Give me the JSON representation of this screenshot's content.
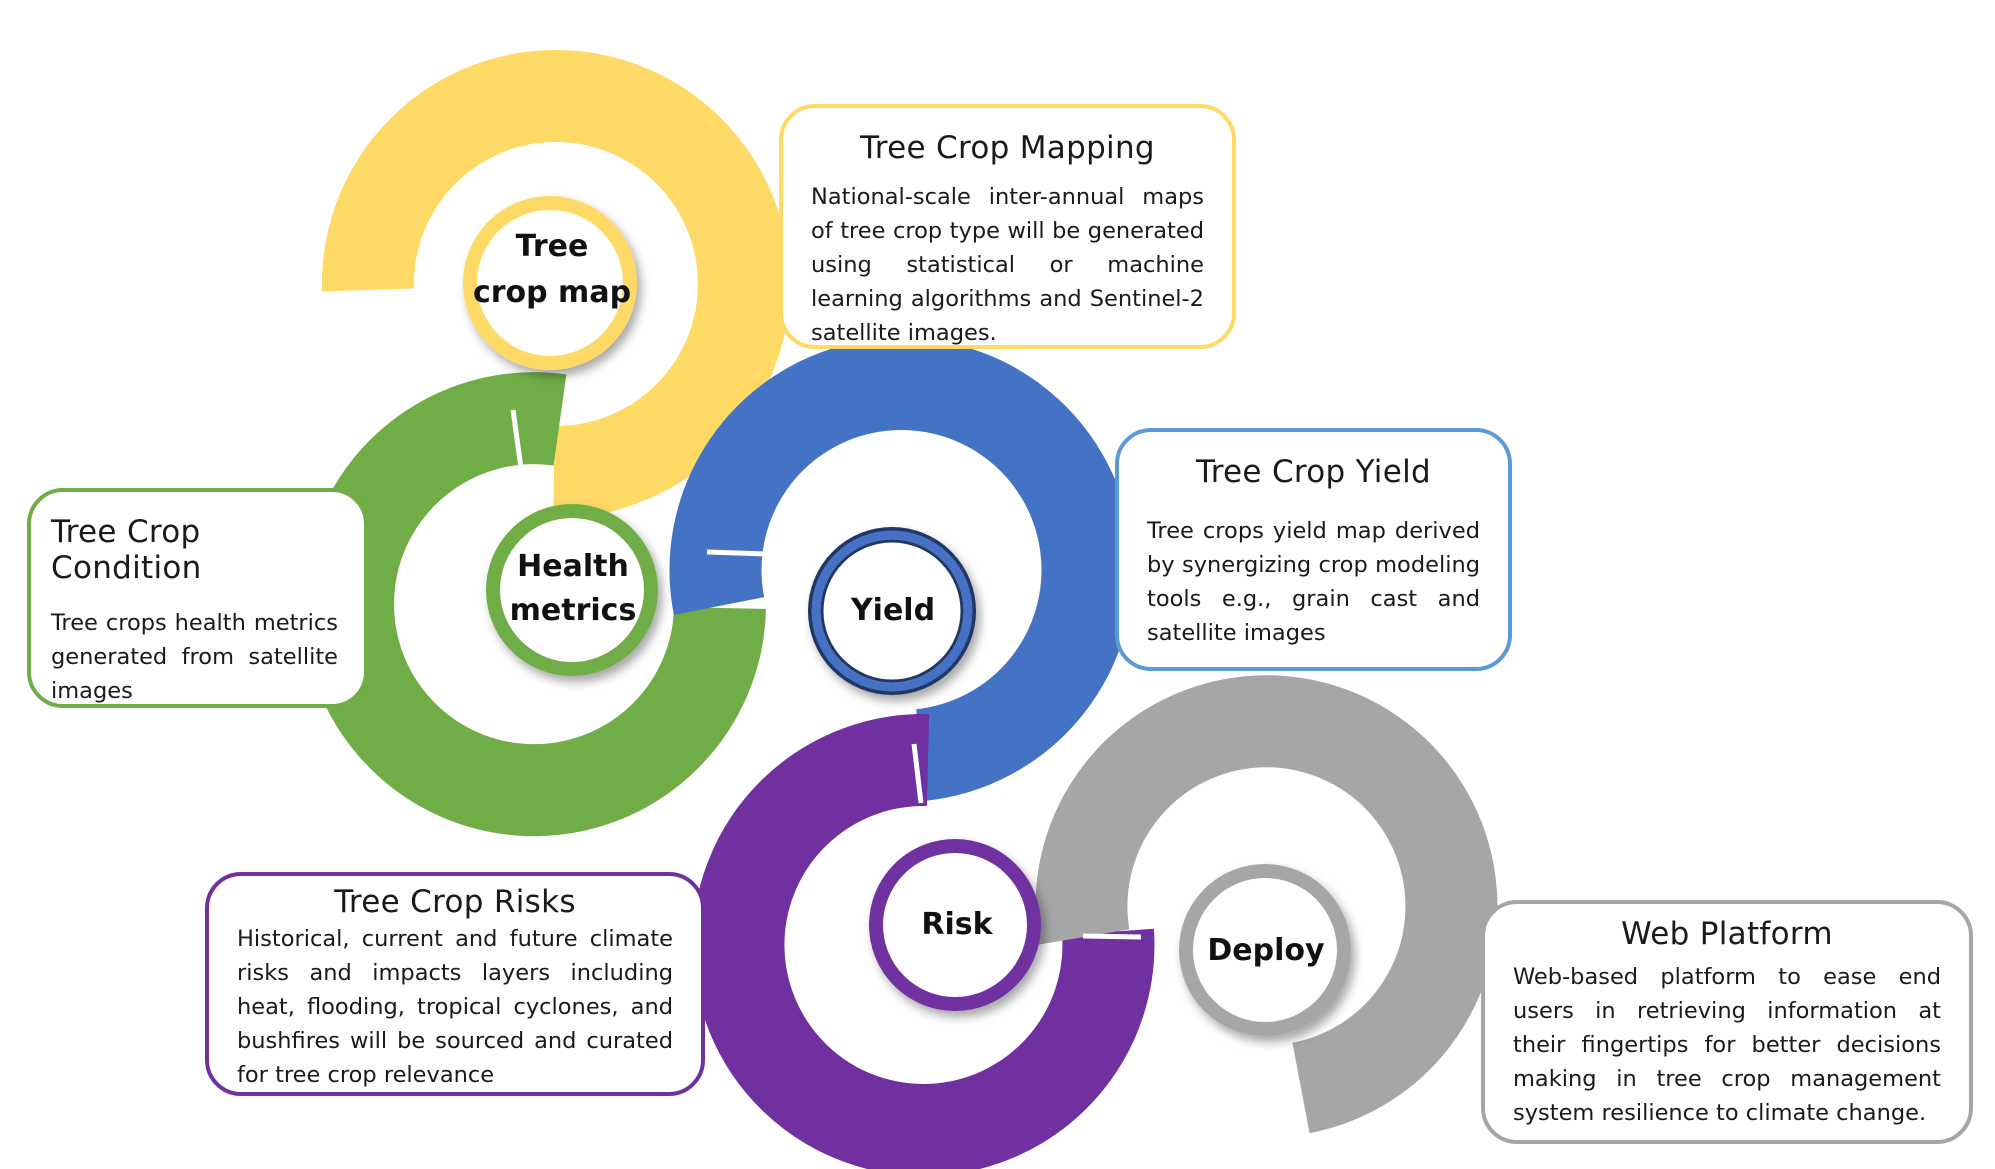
{
  "colors": {
    "map": "#ffd966",
    "health": "#70ad47",
    "yield": "#4472c4",
    "risk": "#7030a0",
    "deploy": "#a6a6a6",
    "yield_box_border": "#5b9bd5"
  },
  "nodes": {
    "tree_crop_map": {
      "line1": "Tree",
      "line2": "crop map"
    },
    "health_metrics": {
      "line1": "Health",
      "line2": "metrics"
    },
    "yield": {
      "label": "Yield"
    },
    "risk": {
      "label": "Risk"
    },
    "deploy": {
      "label": "Deploy"
    }
  },
  "boxes": {
    "mapping": {
      "title": "Tree Crop Mapping",
      "text": "National-scale inter-annual maps of tree crop type will be generated using statistical or machine learning algorithms and Sentinel-2 satellite images."
    },
    "condition": {
      "title": "Tree Crop Condition",
      "text": "Tree crops health metrics generated from satellite images"
    },
    "yield": {
      "title": "Tree Crop Yield",
      "text": "Tree crops yield map derived by synergizing crop modeling tools e.g., grain cast and satellite images"
    },
    "risks": {
      "title": "Tree Crop Risks",
      "text": "Historical, current and future climate risks and impacts layers including heat, flooding, tropical cyclones, and bushfires will be sourced and curated for tree crop relevance"
    },
    "web": {
      "title": "Web Platform",
      "text": "Web-based platform to ease end users in retrieving information at their fingertips for better decisions making in tree crop management system resilience to climate change."
    }
  }
}
